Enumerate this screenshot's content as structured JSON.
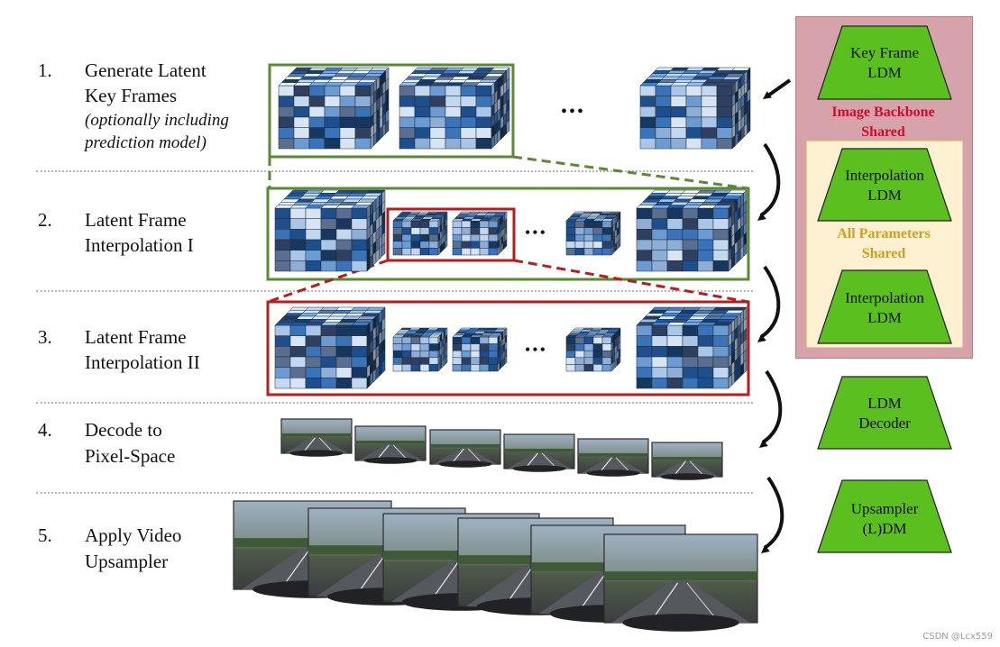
{
  "steps": [
    {
      "num": "1.",
      "lines": [
        "Generate Latent",
        "Key Frames"
      ],
      "sub": [
        "(optionally including",
        "prediction model)"
      ]
    },
    {
      "num": "2.",
      "lines": [
        "Latent Frame",
        "Interpolation I"
      ]
    },
    {
      "num": "3.",
      "lines": [
        "Latent Frame",
        "Interpolation II"
      ]
    },
    {
      "num": "4.",
      "lines": [
        "Decode to",
        "Pixel-Space"
      ]
    },
    {
      "num": "5.",
      "lines": [
        "Apply Video",
        "Upsampler"
      ]
    }
  ],
  "ellipsis": "•••",
  "models": {
    "key_frame": [
      "Key Frame",
      "LDM"
    ],
    "interp1": [
      "Interpolation",
      "LDM"
    ],
    "interp2": [
      "Interpolation",
      "LDM"
    ],
    "decoder": [
      "LDM",
      "Decoder"
    ],
    "upsampler": [
      "Upsampler",
      "(L)DM"
    ]
  },
  "regions": {
    "image_backbone": [
      "Image Backbone",
      "Shared"
    ],
    "all_params": [
      "All Parameters",
      "Shared"
    ]
  },
  "colors": {
    "model_fill": "#5bbf1f",
    "green_frame": "#5a8a34",
    "red_frame": "#b51e1e",
    "backbone_bg": "#d6a3ab",
    "backbone_text": "#c8102e",
    "shared_bg": "#fdf1d2",
    "shared_text": "#d4a017"
  },
  "watermark": "CSDN @Lcx559"
}
